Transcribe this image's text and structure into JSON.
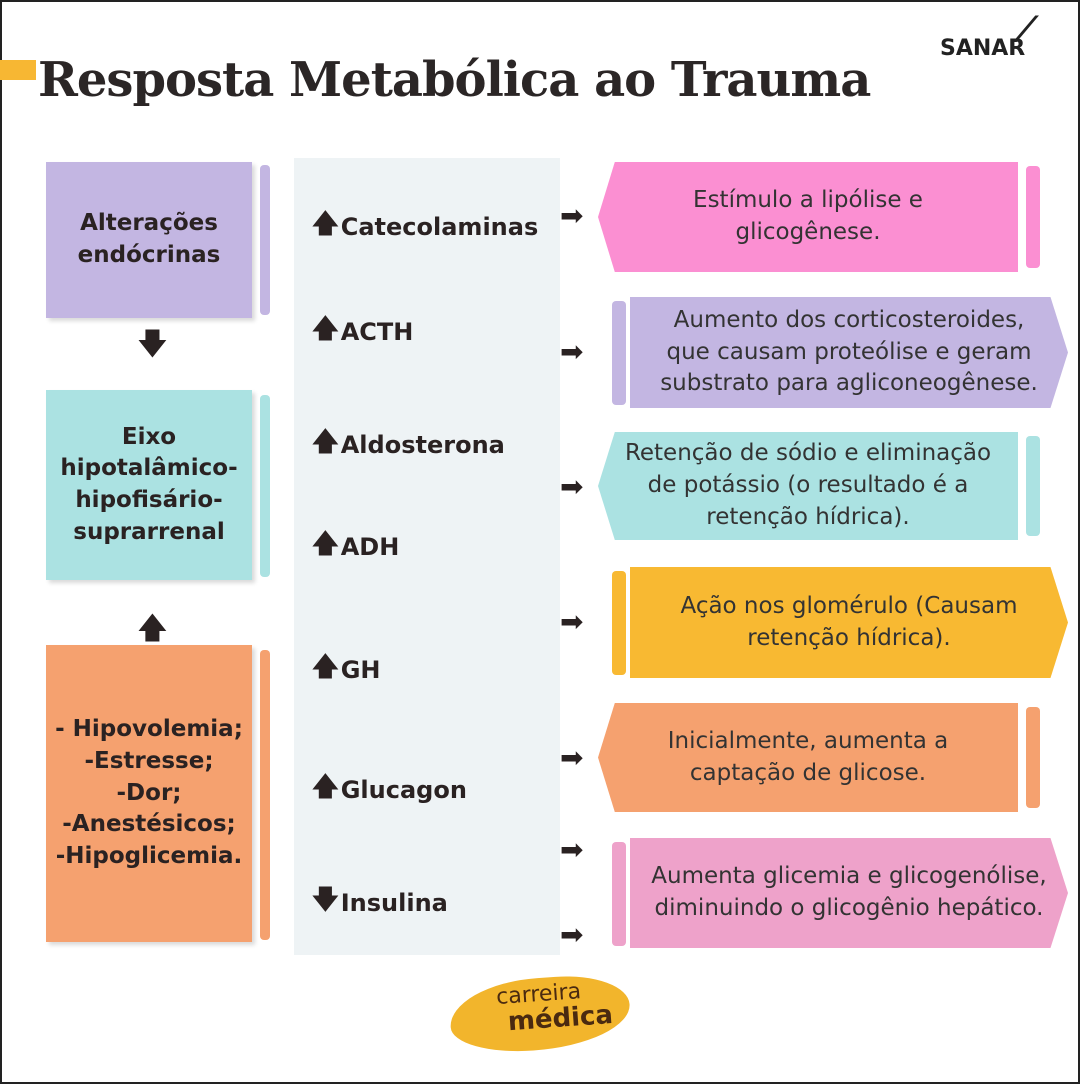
{
  "title": "Resposta Metabólica ao Trauma",
  "brand": "SANAR",
  "left": {
    "box1": "Alterações endócrinas",
    "box2": "Eixo hipotalâmico-hipofisário-suprarrenal",
    "box3": [
      "- Hipovolemia;",
      "-Estresse;",
      "-Dor;",
      "-Anestésicos;",
      "-Hipoglicemia."
    ]
  },
  "hormones": [
    {
      "dir": "up",
      "name": "Catecolaminas"
    },
    {
      "dir": "up",
      "name": "ACTH"
    },
    {
      "dir": "up",
      "name": "Aldosterona"
    },
    {
      "dir": "up",
      "name": "ADH"
    },
    {
      "dir": "up",
      "name": "GH"
    },
    {
      "dir": "up",
      "name": "Glucagon"
    },
    {
      "dir": "down",
      "name": "Insulina"
    }
  ],
  "effects": [
    "Estímulo a lipólise e glicogênese.",
    "Aumento dos corticosteroides, que causam proteólise e geram substrato para agliconeogênese.",
    "Retenção de sódio e eliminação de potássio (o resultado é a retenção hídrica).",
    "Ação nos glomérulo (Causam retenção hídrica).",
    "Inicialmente, aumenta a captação de glicose.",
    "Aumenta glicemia e glicogenólise, diminuindo o glicogênio hepático."
  ],
  "footer_logo": {
    "line1": "carreira",
    "line2": "médica"
  },
  "colors": {
    "purple": "#c3b6e2",
    "teal": "#abe2e2",
    "orange": "#f5a16f",
    "pink": "#fb8fd2",
    "yellow": "#f8b932",
    "rose": "#eea2ca"
  }
}
